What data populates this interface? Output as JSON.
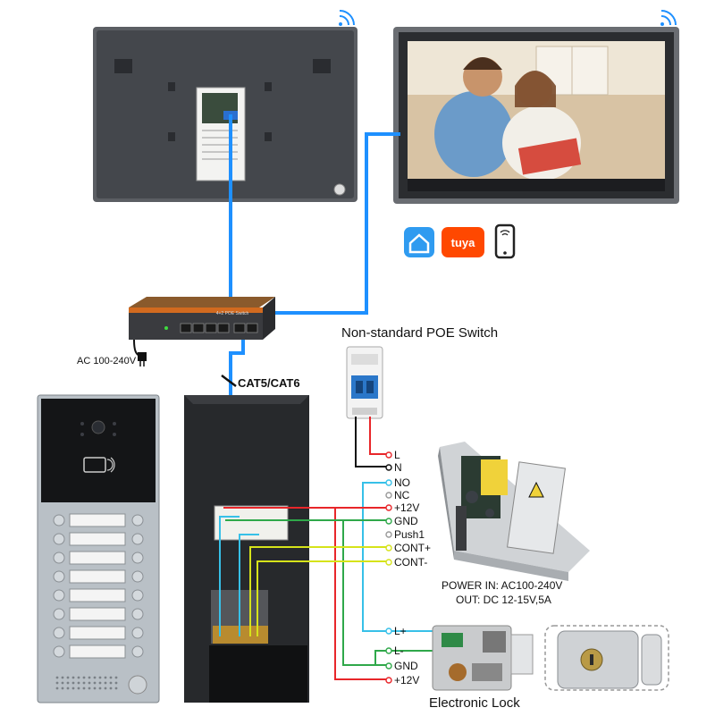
{
  "labels": {
    "ac_input": "AC 100-240V",
    "cable": "CAT5/CAT6",
    "switch_title": "Non-standard POE Switch",
    "power_in": "POWER  IN: AC100-240V",
    "power_out": "OUT: DC 12-15V,5A",
    "electronic_lock": "Electronic Lock",
    "poe_switch_caption": "4+2 POE Switch"
  },
  "terminals_top": [
    "L",
    "N",
    "NO",
    "NC",
    "+12V",
    "GND",
    "Push1",
    "CONT+",
    "CONT-"
  ],
  "terminals_lock": [
    "L+",
    "L-",
    "GND",
    "+12V"
  ],
  "apps": [
    {
      "name": "smart-home-app",
      "icon": "home-icon",
      "color": "#2f9bf0"
    },
    {
      "name": "tuya-app",
      "icon": "tuya-icon",
      "text": "tuya",
      "color": "#ff4800"
    },
    {
      "name": "phone-app",
      "icon": "phone-icon",
      "color": "#222222"
    }
  ],
  "colors": {
    "cat_cable": "#1e90ff",
    "wire_red": "#e8262a",
    "wire_green": "#2fa84a",
    "wire_yellow": "#d6e31a",
    "wire_cyan": "#37c0e8",
    "wire_black": "#111111"
  }
}
